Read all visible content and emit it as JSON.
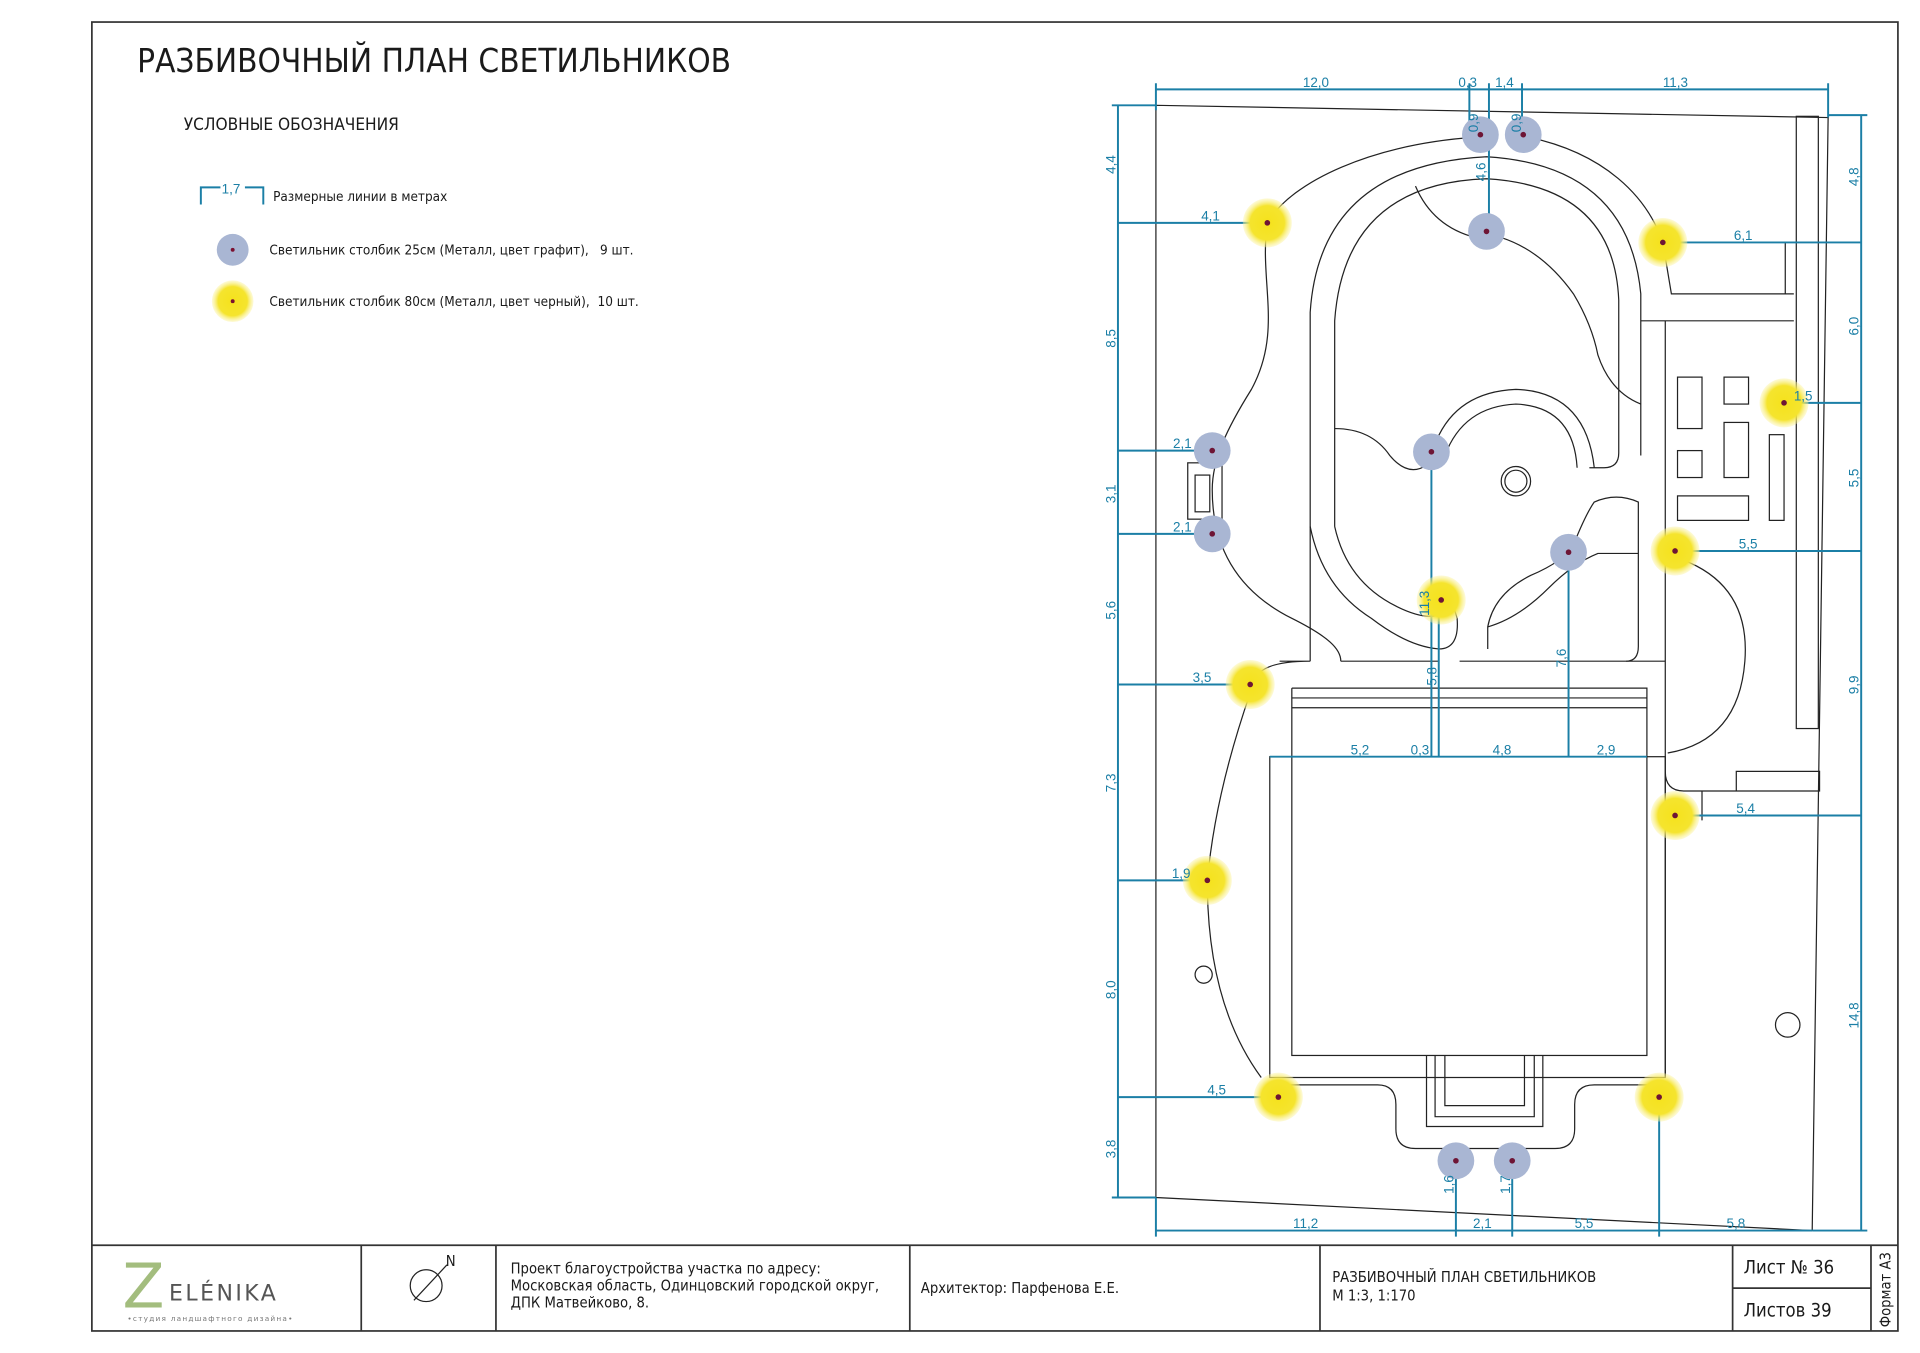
{
  "header": {
    "title": "РАЗБИВОЧНЫЙ ПЛАН СВЕТИЛЬНИКОВ"
  },
  "legend": {
    "heading": "УСЛОВНЫЕ ОБОЗНАЧЕНИЯ",
    "dim_sample": "1,7",
    "dim_label": "Размерные линии в метрах",
    "items": [
      {
        "label": "Светильник столбик 25см (Металл, цвет графит),",
        "count": "9  шт.",
        "color": "#a9b6d3"
      },
      {
        "label": "Светильник столбик 80см (Металл, цвет черный),",
        "count": "10  шт.",
        "color": "#f2e230"
      }
    ]
  },
  "dimensions": {
    "top": [
      "12,0",
      "0,3",
      "1,4",
      "11,3"
    ],
    "left": [
      "4,4",
      "8,5",
      "3,1",
      "5,6",
      "7,3",
      "8,0",
      "3,8"
    ],
    "right": [
      "4,8",
      "6,0",
      "5,5",
      "9,9",
      "14,8"
    ],
    "bottom": [
      "11,2",
      "2,1",
      "5,5",
      "5,8"
    ],
    "middle": [
      "5,2",
      "0,3",
      "4,8",
      "2,9"
    ],
    "lights_left": [
      "4,1",
      "2,1",
      "2,1",
      "3,5",
      "1,9",
      "4,5"
    ],
    "lights_right": [
      "6,1",
      "1,5",
      "5,5",
      "5,4"
    ],
    "lights_vertical": [
      "0,9",
      "0,9",
      "4,6",
      "11,3",
      "5,8",
      "7,6",
      "1,6",
      "1,7"
    ]
  },
  "title_block": {
    "logo_letter": "Z",
    "logo_text": "ELÉNIKA",
    "logo_subtitle": "•студия ландшафтного дизайна•",
    "north": "N",
    "address": [
      "Проект благоустройства участка по адресу:",
      "Московская область, Одинцовский городской округ,",
      "ДПК Матвейково, 8."
    ],
    "architect": "Архитектор: Парфенова Е.Е.",
    "sheet_title": "РАЗБИВОЧНЫЙ ПЛАН СВЕТИЛЬНИКОВ",
    "scale": "М 1:3, 1:170",
    "sheet_no": "Лист № 36",
    "sheets_total": "Листов 39",
    "format": "Формат А3"
  }
}
